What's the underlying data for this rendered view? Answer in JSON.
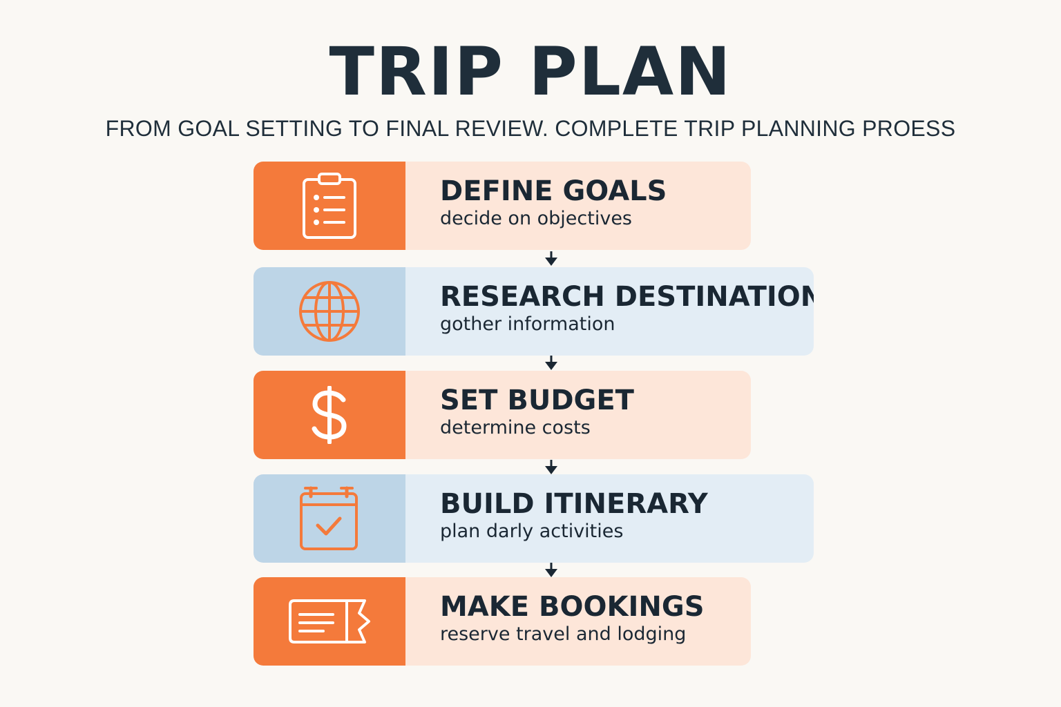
{
  "header": {
    "title": "TRIP PLAN",
    "subtitle": "FROM GOAL SETTING TO FINAL REVIEW. COMPLETE TRIP PLANNING PROESS"
  },
  "colors": {
    "accent_orange": "#f47a3b",
    "light_orange": "#fde6d9",
    "accent_blue": "#bdd5e7",
    "light_blue": "#e3edf5",
    "text_dark": "#1a2733"
  },
  "steps": [
    {
      "title": "DEFINE GOALS",
      "description": "decide on objectives",
      "icon": "clipboard-list-icon",
      "theme": "orange"
    },
    {
      "title": "RESEARCH DESTINATION",
      "description": "gother information",
      "icon": "globe-icon",
      "theme": "blue"
    },
    {
      "title": "SET BUDGET",
      "description": "determine costs",
      "icon": "dollar-icon",
      "theme": "orange"
    },
    {
      "title": "BUILD ITINERARY",
      "description": "plan darly activities",
      "icon": "calendar-check-icon",
      "theme": "blue"
    },
    {
      "title": "MAKE BOOKINGS",
      "description": "reserve travel and lodging",
      "icon": "ticket-icon",
      "theme": "orange"
    }
  ]
}
